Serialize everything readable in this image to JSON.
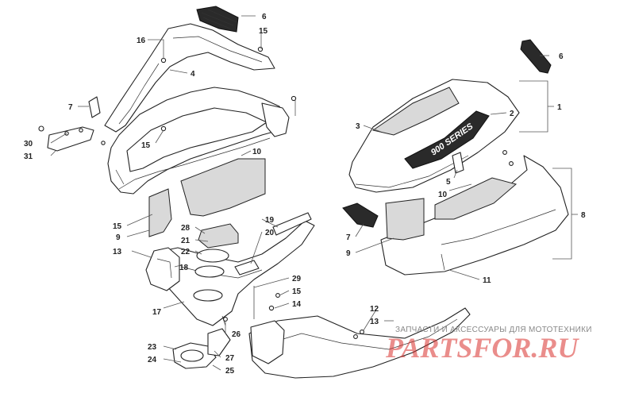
{
  "callouts": [
    "6",
    "15",
    "16",
    "4",
    "7",
    "30",
    "31",
    "15",
    "15",
    "9",
    "28",
    "21",
    "22",
    "13",
    "18",
    "17",
    "20",
    "19",
    "10",
    "23",
    "24",
    "27",
    "25",
    "26",
    "29",
    "15",
    "14",
    "3",
    "2",
    "1",
    "6",
    "5",
    "10",
    "8",
    "7",
    "9",
    "11",
    "12",
    "13"
  ],
  "badge_text": "900 SERIES",
  "watermark": {
    "tagline": "ЗАПЧАСТИ И АКСЕССУАРЫ ДЛЯ МОТОТЕХНИКИ",
    "logo": "PARTSFOR.RU"
  },
  "colors": {
    "line": "#222222",
    "watermark_red": "#d9302b",
    "watermark_grey": "#888888"
  }
}
